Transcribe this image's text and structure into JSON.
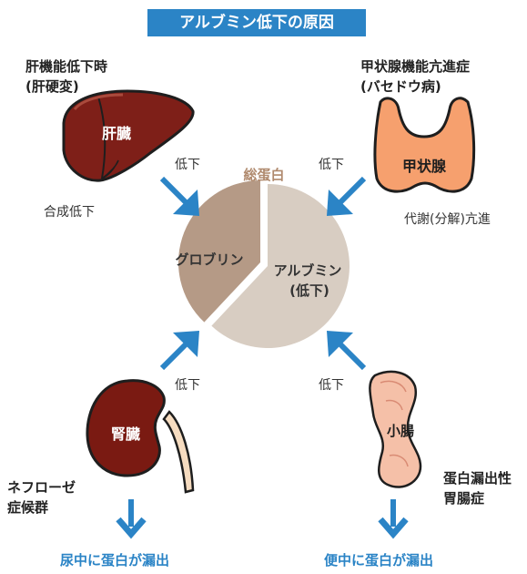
{
  "title": "アルブミン低下の原因",
  "pie": {
    "label": "総蛋白",
    "globulin": "グロブリン",
    "albumin_line1": "アルブミン",
    "albumin_line2": "(低下)"
  },
  "chart_data": {
    "type": "pie",
    "title": "総蛋白",
    "categories": [
      "グロブリン",
      "アルブミン(低下)"
    ],
    "values": [
      38,
      62
    ]
  },
  "liver": {
    "condition_line1": "肝機能低下時",
    "condition_line2": "(肝硬変)",
    "organ_label": "肝臓",
    "arrow_label": "低下",
    "effect": "合成低下"
  },
  "thyroid": {
    "condition_line1": "甲状腺機能亢進症",
    "condition_line2": "(バセドウ病)",
    "organ_label": "甲状腺",
    "arrow_label": "低下",
    "effect": "代謝(分解)亢進"
  },
  "kidney": {
    "condition_line1": "ネフローゼ",
    "condition_line2": "症候群",
    "organ_label": "腎臓",
    "arrow_label": "低下",
    "effect": "尿中に蛋白が漏出"
  },
  "intestine": {
    "condition_line1": "蛋白漏出性",
    "condition_line2": "胃腸症",
    "organ_label": "小腸",
    "arrow_label": "低下",
    "effect": "便中に蛋白が漏出"
  },
  "colors": {
    "accent_blue": "#2b84c6",
    "globulin": "#b59a86",
    "albumin": "#d8cdc2",
    "liver": "#7e1f18",
    "thyroid": "#f6a06e",
    "kidney": "#7a1a12",
    "intestine": "#f5c0a8"
  }
}
